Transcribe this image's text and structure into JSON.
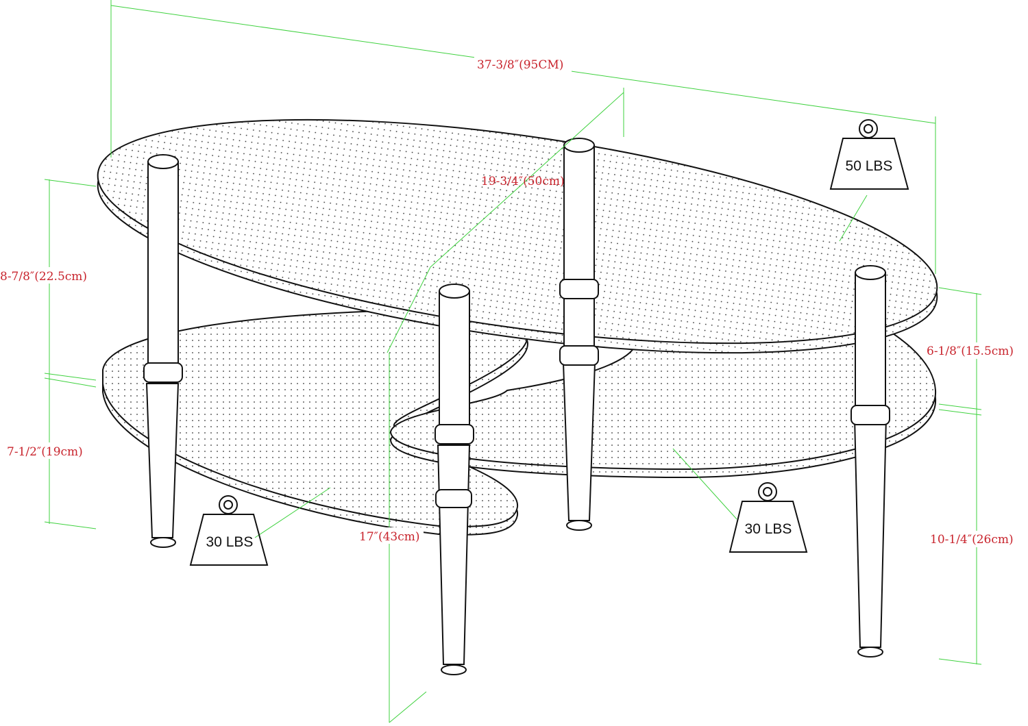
{
  "dimensions": {
    "length": "37-3/8″(95CM)",
    "depth": "19-3/4″(50cm)",
    "upper_gap": "8-7/8″(22.5cm)",
    "lower_height_left": "7-1/2″(19cm)",
    "total_height": "17″(43cm)",
    "middle_gap": "6-1/8″(15.5cm)",
    "leg_height": "10-1/4″(26cm)"
  },
  "weights": {
    "top": "50 LBS",
    "lower_left": "30 LBS",
    "lower_right": "30 LBS"
  },
  "colors": {
    "dimension_text": "#c8232c",
    "dimension_line": "#3dd13d",
    "outline": "#111111"
  }
}
